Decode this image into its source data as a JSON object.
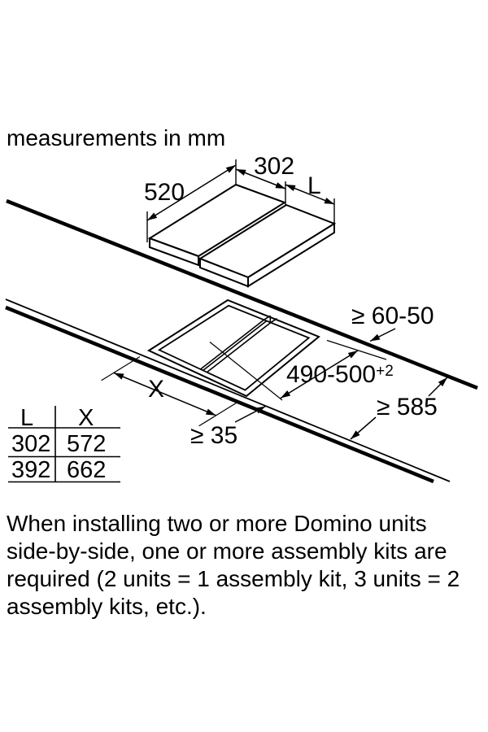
{
  "title": "measurements in mm",
  "diagram1": {
    "depth_label": "520",
    "left_width_label": "302",
    "right_width_label": "L"
  },
  "diagram2": {
    "back_clearance_label": "≥ 60-50",
    "cutout_depth_label": "490-500",
    "cutout_depth_tolerance": "+2",
    "cutout_width_label": "X",
    "worktop_depth_label": "≥ 585",
    "front_clearance_label": "≥ 35"
  },
  "table": {
    "header_l": "L",
    "header_x": "X",
    "rows": [
      {
        "l": "302",
        "x": "572"
      },
      {
        "l": "392",
        "x": "662"
      }
    ]
  },
  "note_lines": [
    "When installing two or more Domino units",
    "side-by-side, one or more assembly kits are",
    "required (2 units = 1 assembly kit, 3 units = 2",
    "assembly kits, etc.)."
  ]
}
